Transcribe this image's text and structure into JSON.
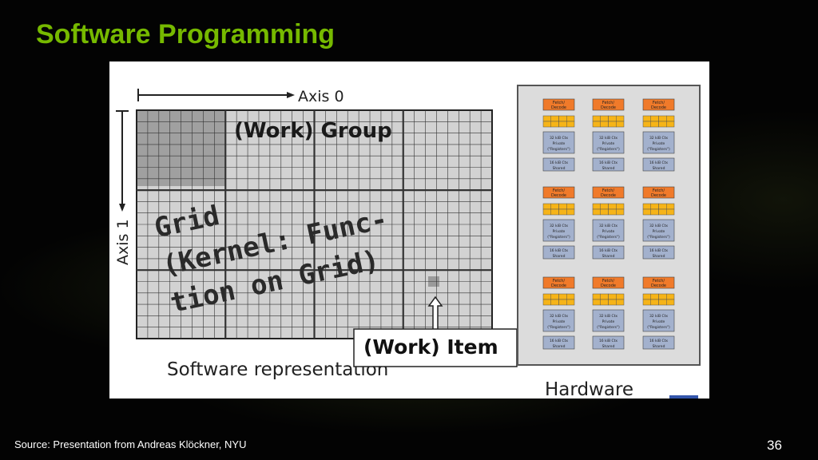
{
  "slide": {
    "title": "Software Programming",
    "source": "Source: Presentation from Andreas Klöckner, NYU",
    "page_number": "36"
  },
  "diagram": {
    "axis0_label": "Axis 0",
    "axis1_label": "Axis 1",
    "work_group_label": "(Work) Group",
    "grid_label_line1": "Grid",
    "grid_label_line2": "(Kernel: Func-",
    "grid_label_line3": "tion on Grid)",
    "work_item_label": "(Work) Item",
    "software_caption": "Software representation",
    "hardware_caption": "Hardware",
    "hw_fetch_line1": "Fetch/",
    "hw_fetch_line2": "Decode",
    "hw_private_line1": "32 kiB Ctx",
    "hw_private_line2": "Private",
    "hw_private_line3": "(\"Registers\")",
    "hw_shared_line1": "16 kiB Ctx",
    "hw_shared_line2": "Shared"
  },
  "colors": {
    "title": "#76b900",
    "grid_fill": "#d2d2d2",
    "group_highlight": "#a0a0a0",
    "item_highlight": "#9a9a9a",
    "fetch": "#f07a2a",
    "alu": "#f6b418",
    "memory": "#a3b1cd",
    "hardware_panel": "#dcdcdc"
  }
}
